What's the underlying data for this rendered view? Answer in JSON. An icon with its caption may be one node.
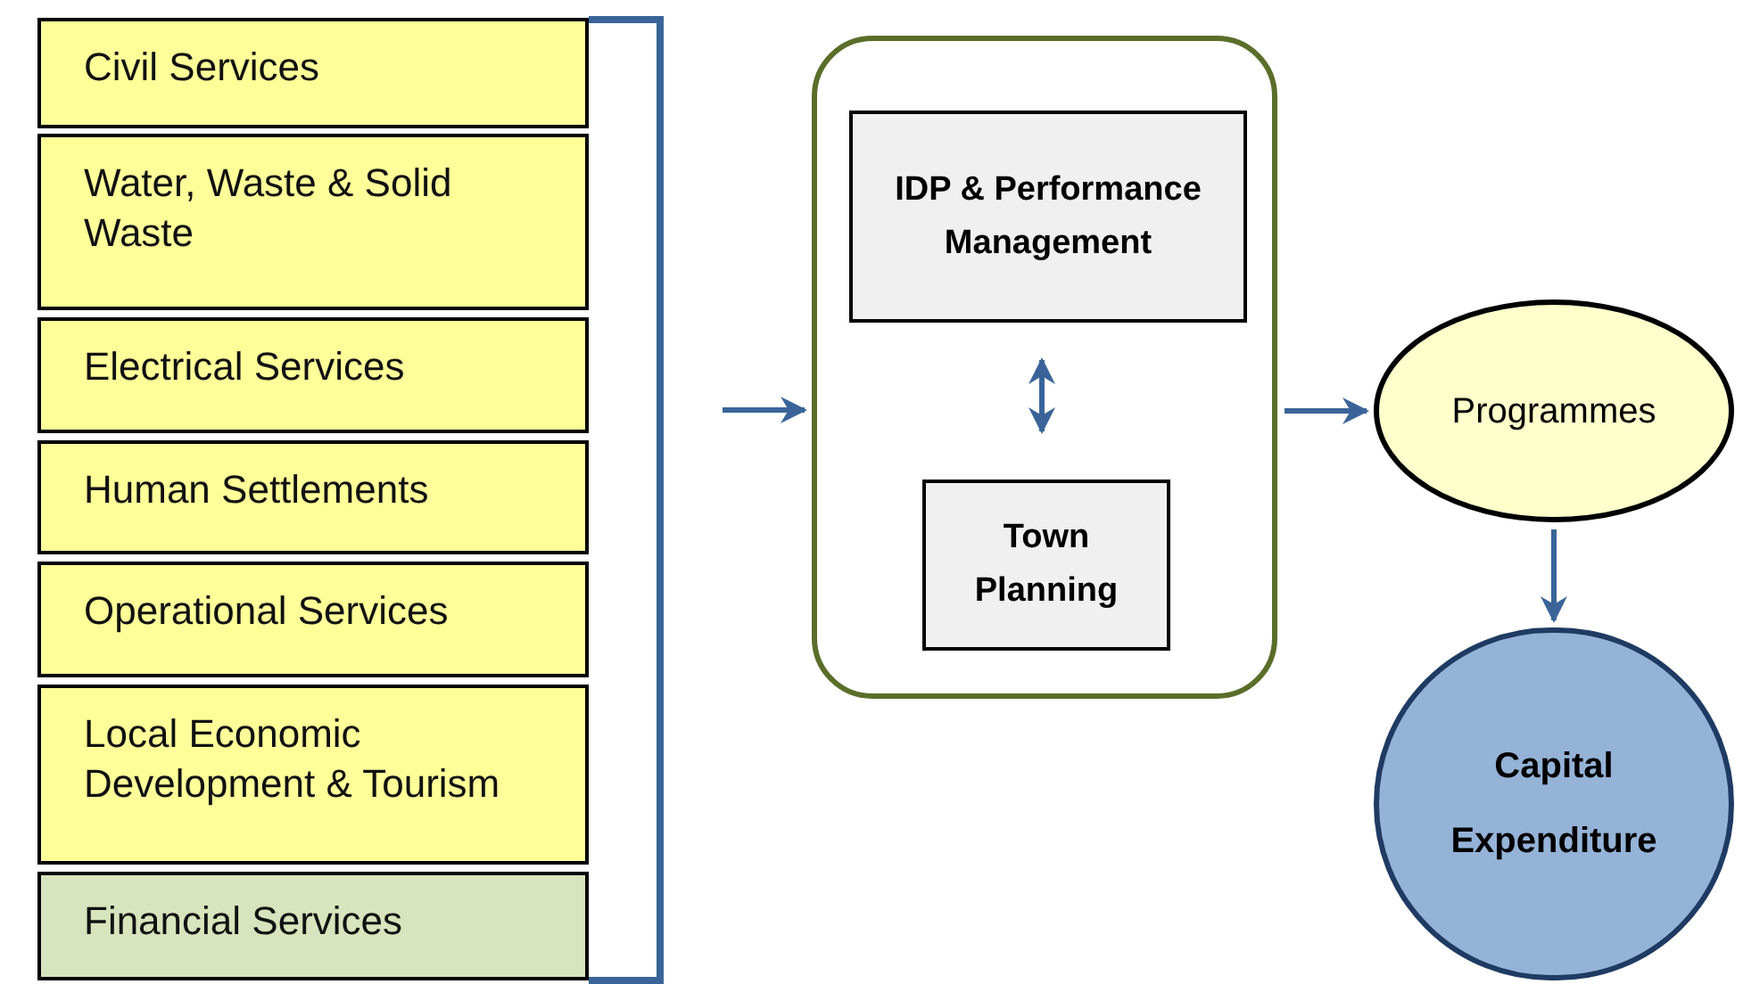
{
  "diagram": {
    "nodes": [
      {
        "text": [
          "Civil Services"
        ]
      },
      {
        "text": [
          "Water, Waste & Solid Waste"
        ]
      },
      {
        "text": [
          "Electrical Services"
        ]
      },
      {
        "text": [
          "Human Settlements"
        ]
      },
      {
        "text": [
          "Operational Services"
        ]
      },
      {
        "text": [
          "Local Economic Development & Tourism"
        ]
      },
      {
        "text": [
          "Financial Services"
        ]
      },
      {
        "text": [],
        "shape": "box"
      },
      {
        "text": [
          "IDP & Performance Management"
        ],
        "in": 7
      },
      {
        "text": [
          "Town Planning"
        ],
        "in": 7
      },
      {
        "text": [
          "Programmes"
        ]
      },
      {
        "text": [
          "Capital Expenditure"
        ]
      }
    ],
    "edges": [
      {
        "from": null,
        "to": 7,
        "arrow": "to"
      },
      {
        "from": 8,
        "to": 9,
        "arrow": "both"
      },
      {
        "from": 7,
        "to": 10,
        "arrow": "to"
      },
      {
        "from": 10,
        "to": 11,
        "arrow": "to"
      }
    ]
  }
}
